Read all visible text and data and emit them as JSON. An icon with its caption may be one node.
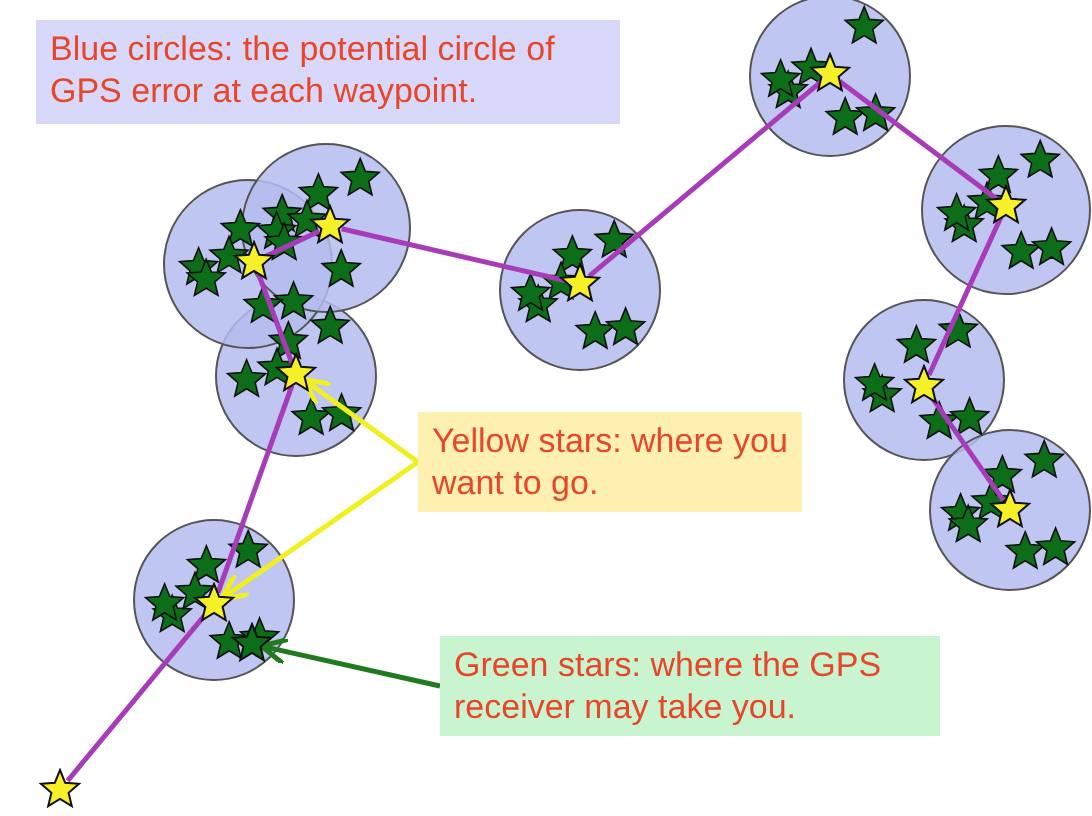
{
  "diagram": {
    "nodes": [
      {
        "text": [
          "Blue circles: the potential circle of GPS error at each waypoint."
        ]
      },
      {
        "text": [
          "Yellow stars: where you want to go."
        ]
      },
      {
        "text": [
          "Green stars: where the GPS receiver may take you."
        ]
      },
      {
        "text": [],
        "shape": "star"
      },
      {
        "text": [],
        "shape": "star"
      },
      {
        "text": [],
        "shape": "star"
      },
      {
        "text": [],
        "shape": "star"
      },
      {
        "text": [],
        "shape": "star"
      },
      {
        "text": [],
        "shape": "star"
      },
      {
        "text": [],
        "shape": "star"
      },
      {
        "text": [],
        "shape": "star"
      },
      {
        "text": [],
        "shape": "star"
      },
      {
        "text": [],
        "shape": "star"
      },
      {
        "text": [],
        "shape": "star"
      }
    ],
    "edges": [
      {
        "from": 3,
        "to": 4,
        "arrow": "none"
      },
      {
        "from": 4,
        "to": 5,
        "arrow": "none"
      },
      {
        "from": 5,
        "to": 6,
        "arrow": "none"
      },
      {
        "from": 6,
        "to": 7,
        "arrow": "none"
      },
      {
        "from": 7,
        "to": 8,
        "arrow": "none"
      },
      {
        "from": 8,
        "to": 9,
        "arrow": "none"
      },
      {
        "from": 9,
        "to": 10,
        "arrow": "none"
      },
      {
        "from": 10,
        "to": 11,
        "arrow": "none"
      },
      {
        "from": 11,
        "to": 12,
        "arrow": "none"
      },
      {
        "from": 1,
        "to": 5,
        "arrow": "to",
        "color": "#f0f020"
      },
      {
        "from": 1,
        "to": 4,
        "arrow": "to",
        "color": "#f0f020"
      },
      {
        "from": 2,
        "to": 13,
        "arrow": "to",
        "color": "#207a20"
      }
    ]
  }
}
